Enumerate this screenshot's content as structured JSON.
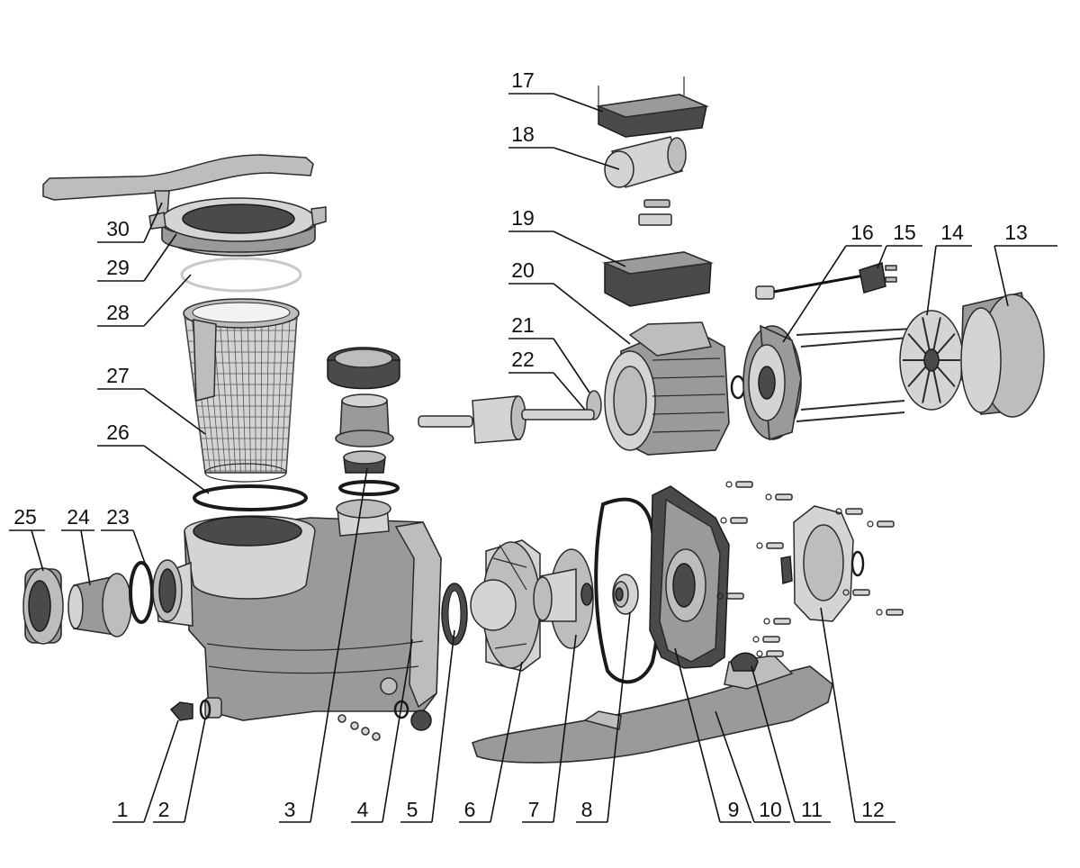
{
  "diagram": {
    "parts": [
      {
        "number": "1"
      },
      {
        "number": "2"
      },
      {
        "number": "3"
      },
      {
        "number": "4"
      },
      {
        "number": "5"
      },
      {
        "number": "6"
      },
      {
        "number": "7"
      },
      {
        "number": "8"
      },
      {
        "number": "9"
      },
      {
        "number": "10"
      },
      {
        "number": "11"
      },
      {
        "number": "12"
      },
      {
        "number": "13"
      },
      {
        "number": "14"
      },
      {
        "number": "15"
      },
      {
        "number": "16"
      },
      {
        "number": "17"
      },
      {
        "number": "18"
      },
      {
        "number": "19"
      },
      {
        "number": "20"
      },
      {
        "number": "21"
      },
      {
        "number": "22"
      },
      {
        "number": "23"
      },
      {
        "number": "24"
      },
      {
        "number": "25"
      },
      {
        "number": "26"
      },
      {
        "number": "27"
      },
      {
        "number": "28"
      },
      {
        "number": "29"
      },
      {
        "number": "30"
      }
    ]
  }
}
